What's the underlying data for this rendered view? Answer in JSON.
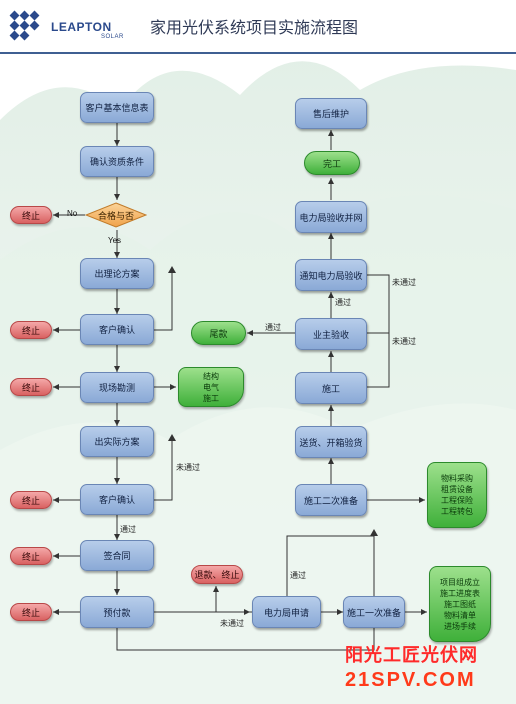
{
  "header": {
    "logo_text": "LEAPTON",
    "logo_sub": "SOLAR",
    "title": "家用光伏系统项目实施流程图"
  },
  "left_column": {
    "customer_info": "客户基本信息表",
    "confirm_conditions": "确认资质条件",
    "decision": "合格与否",
    "theory_plan": "出理论方案",
    "customer_confirm_1": "客户确认",
    "site_survey": "现场勘测",
    "actual_plan": "出实际方案",
    "customer_confirm_2": "客户确认",
    "sign_contract": "签合同",
    "prepayment": "预付款"
  },
  "stops": {
    "stop_1": "终止",
    "stop_2": "终止",
    "stop_3": "终止",
    "stop_4": "终止",
    "stop_5": "终止",
    "stop_6": "终止",
    "refund_stop": "退款、终止"
  },
  "right_column": {
    "after_sales": "售后维护",
    "complete": "完工",
    "grid_acceptance": "电力局验收并网",
    "notify_power_bureau": "通知电力局验收",
    "owner_acceptance": "业主验收",
    "construction": "施工",
    "delivery": "送货、开箱验货",
    "second_prep": "施工二次准备",
    "first_prep": "施工一次准备",
    "power_application": "电力局申请"
  },
  "green_items": {
    "final_payment": "尾款"
  },
  "notes": {
    "survey_note": [
      "结构",
      "电气",
      "施工"
    ],
    "second_prep_note": [
      "物料采购",
      "租赁设备",
      "工程保险",
      "工程转包"
    ],
    "first_prep_note": [
      "项目组成立",
      "施工进度表",
      "施工图纸",
      "物料清单",
      "进场手续"
    ]
  },
  "labels": {
    "no": "No",
    "yes": "Yes",
    "not_passed_1": "未通过",
    "passed_1": "通过",
    "passed_2": "通过",
    "not_passed_2": "未通过",
    "passed_3": "通过",
    "not_passed_3": "未通过",
    "not_passed_4": "未通过",
    "passed_4": "通过"
  },
  "watermark": {
    "line1": "阳光工匠光伏网",
    "line2": "21SPV.COM"
  },
  "colors": {
    "box_blue": "#9ab6df",
    "stop_red": "#e27b7b",
    "green": "#58bf4d",
    "decision_orange": "#f3b36a",
    "header_rule": "#3f5f92",
    "watermark_red": "#ff2a2a"
  }
}
